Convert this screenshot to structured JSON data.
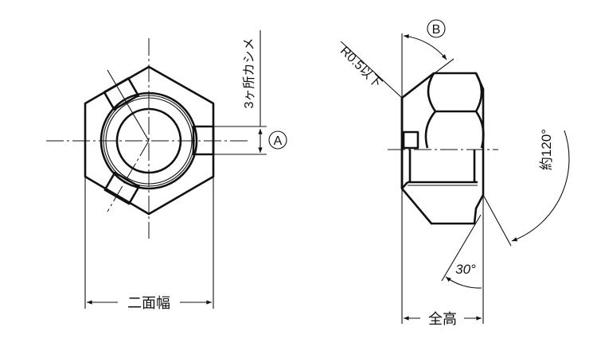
{
  "labels": {
    "width_across_flats": "二面幅",
    "crimp_note": "3ヶ所カシメ",
    "detail_a": "A",
    "detail_b": "B",
    "radius_note": "R0.5以下",
    "angle_120": "約120°",
    "angle_30": "30°",
    "total_height": "全高"
  },
  "colors": {
    "line": "#111111",
    "background": "#ffffff"
  }
}
